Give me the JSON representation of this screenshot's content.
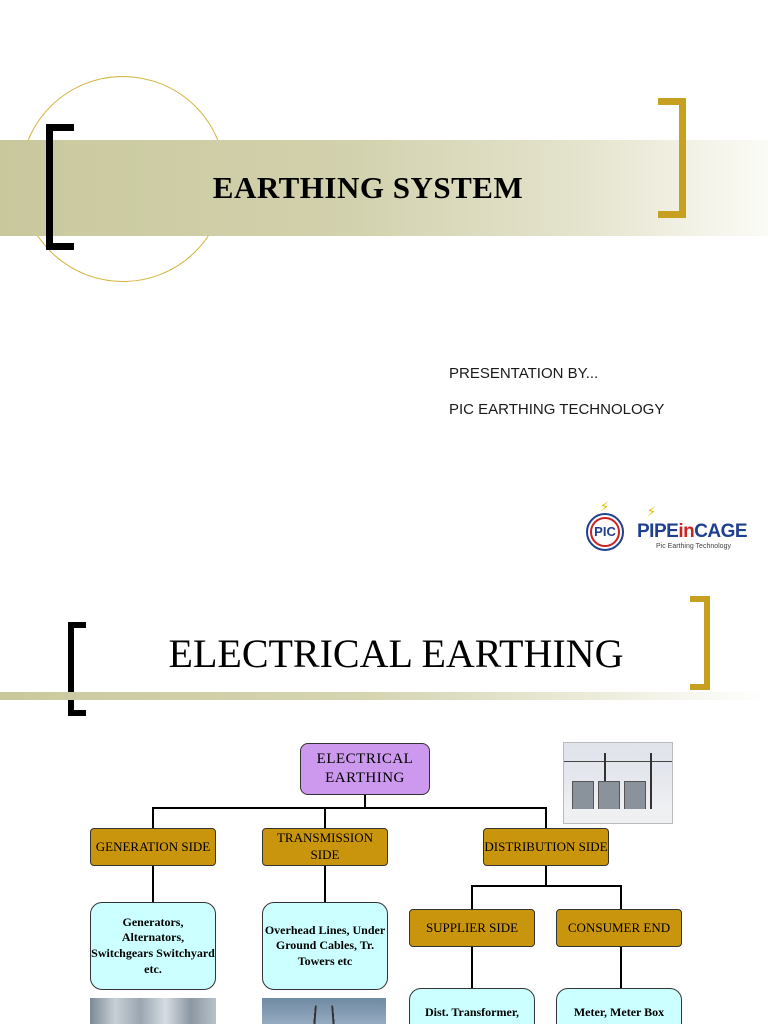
{
  "slide1": {
    "title": "EARTHING SYSTEM",
    "presenter_line1": "PRESENTATION BY...",
    "presenter_line2": "PIC EARTHING TECHNOLOGY",
    "logo_left_text": "PIC",
    "logo_right_part1": "PIPE",
    "logo_right_part2": "in",
    "logo_right_part3": "CAGE",
    "logo_right_tagline": "Pic Earthing Technology"
  },
  "slide2": {
    "title": "ELECTRICAL EARTHING",
    "diagram": {
      "root": "ELECTRICAL EARTHING",
      "generation": "GENERATION SIDE",
      "transmission": "TRANSMISSION SIDE",
      "distribution": "DISTRIBUTION SIDE",
      "supplier": "SUPPLIER SIDE",
      "consumer": "CONSUMER END",
      "generation_items": "Generators, Alternators, Switchgears Switchyard etc.",
      "transmission_items": "Overhead Lines, Under Ground Cables, Tr. Towers etc",
      "supplier_items": "Dist. Transformer,",
      "consumer_items": "Meter, Meter Box"
    }
  },
  "colors": {
    "band": "#c9c89d",
    "gold_bracket": "#c8a020",
    "root_node": "#cc99ee",
    "category_node": "#c9950d",
    "leaf_node": "#ccffff",
    "logo_blue": "#1f3f8f",
    "logo_red": "#cc2222"
  }
}
